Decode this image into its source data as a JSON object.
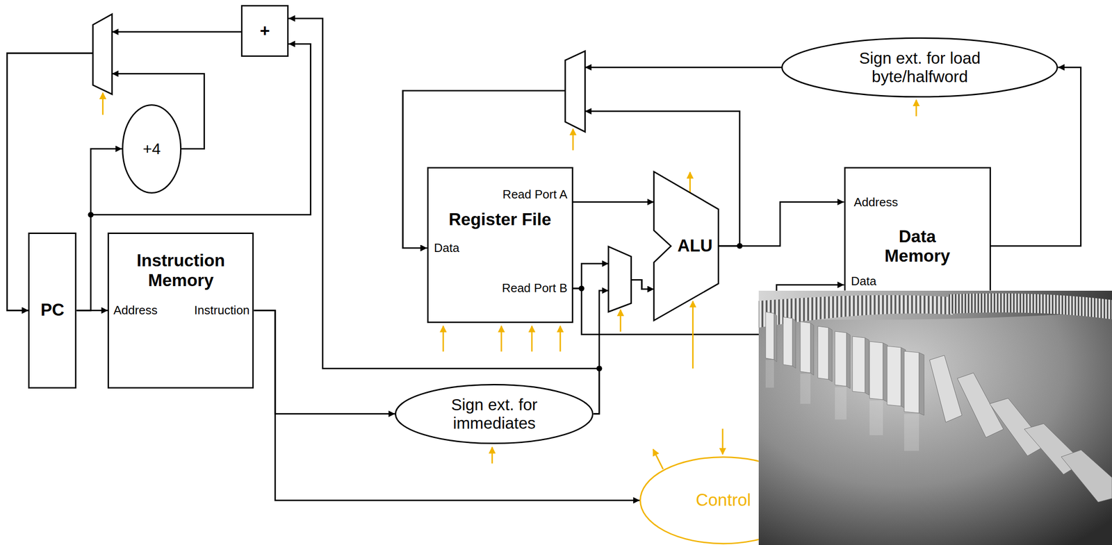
{
  "diagram": {
    "nodes": [
      {
        "text": [
          "PC"
        ]
      },
      {
        "text": [
          "Instruction Memory",
          "Address",
          "Instruction"
        ]
      },
      {
        "text": [
          "+"
        ]
      },
      {
        "text": [
          "+4"
        ]
      },
      {
        "text": [
          "Register File",
          "Read Port A",
          "Data",
          "Read Port B"
        ]
      },
      {
        "text": [
          "ALU"
        ]
      },
      {
        "text": [
          "Data Memory",
          "Address",
          "Data"
        ]
      },
      {
        "text": [
          "Sign ext. for immediates"
        ]
      },
      {
        "text": [
          "Sign ext. for load byte/halfword"
        ]
      },
      {
        "text": [
          "Control"
        ]
      }
    ],
    "edges": [
      {
        "from": 0,
        "to": 1,
        "arrow": "to"
      },
      {
        "from": 0,
        "to": 3,
        "arrow": "to"
      },
      {
        "from": 0,
        "to": 2,
        "arrow": "to"
      },
      {
        "from": 2,
        "to": 0,
        "arrow": "to"
      },
      {
        "from": 3,
        "to": 0,
        "arrow": "to"
      },
      {
        "from": 1,
        "to": 7,
        "arrow": "to"
      },
      {
        "from": 1,
        "to": 9,
        "arrow": "to"
      },
      {
        "from": 7,
        "to": 5,
        "arrow": "to"
      },
      {
        "from": 7,
        "to": 2,
        "arrow": "to"
      },
      {
        "from": 4,
        "to": 5,
        "arrow": "to"
      },
      {
        "from": 4,
        "to": 5,
        "arrow": "to"
      },
      {
        "from": 4,
        "to": 6,
        "arrow": "to"
      },
      {
        "from": 5,
        "to": 6,
        "arrow": "to"
      },
      {
        "from": 5,
        "to": 4,
        "arrow": "to"
      },
      {
        "from": 6,
        "to": 8,
        "arrow": "to"
      },
      {
        "from": 8,
        "to": 4,
        "arrow": "to"
      }
    ]
  }
}
